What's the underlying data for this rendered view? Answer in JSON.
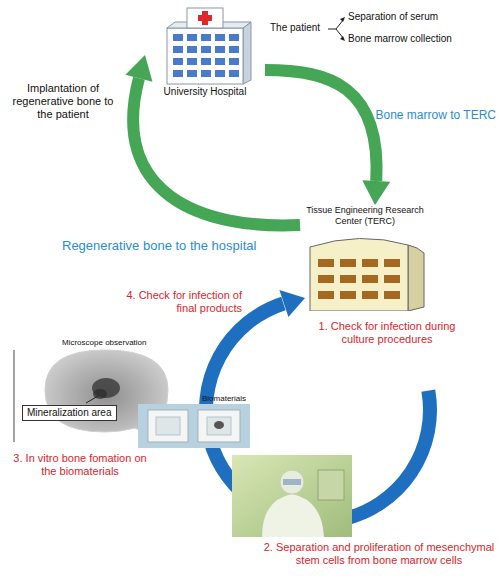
{
  "diagram": {
    "nodes": [
      {
        "text": [
          "University Hospital"
        ]
      },
      {
        "text": [
          "Tissue Engineering Research Center (TERC)"
        ]
      },
      {
        "text": [
          "Mineralization area"
        ]
      }
    ],
    "edges": [
      {
        "from": 0,
        "to": 1,
        "arrow": "to",
        "label": "Bone marrow to TERC"
      },
      {
        "from": 1,
        "to": 0,
        "arrow": "to",
        "label": "Regenerative bone to the hospital"
      }
    ],
    "labels": [
      "The patient",
      "Separation of serum",
      "Bone marrow collection",
      "Implantation of regenerative bone to the patient",
      "4. Check for infection of final products",
      "1. Check for infection during culture procedures",
      "Microscope observation",
      "Biomaterials",
      "3. In vitro bone fomation on the biomaterials",
      "2. Separation and proliferation of mesenchymal stem cells from bone marrow cells"
    ]
  }
}
